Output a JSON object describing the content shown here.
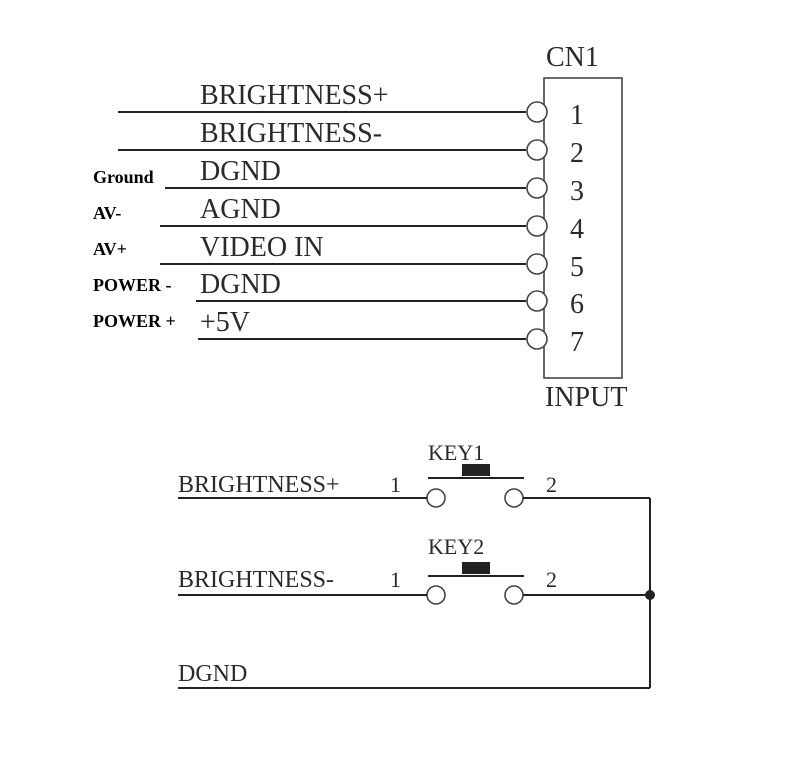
{
  "connector": {
    "name": "CN1",
    "footer": "INPUT",
    "pins": [
      {
        "number": "1",
        "signal": "BRIGHTNESS+",
        "note": ""
      },
      {
        "number": "2",
        "signal": "BRIGHTNESS-",
        "note": ""
      },
      {
        "number": "3",
        "signal": "DGND",
        "note": "Ground"
      },
      {
        "number": "4",
        "signal": "AGND",
        "note": "AV-"
      },
      {
        "number": "5",
        "signal": "VIDEO IN",
        "note": "AV+"
      },
      {
        "number": "6",
        "signal": "DGND",
        "note": "POWER -"
      },
      {
        "number": "7",
        "signal": "+5V",
        "note": "POWER +"
      }
    ]
  },
  "keys": [
    {
      "name": "KEY1",
      "signal": "BRIGHTNESS+",
      "pin_left": "1",
      "pin_right": "2"
    },
    {
      "name": "KEY2",
      "signal": "BRIGHTNESS-",
      "pin_left": "1",
      "pin_right": "2"
    }
  ],
  "ground_label": "DGND"
}
